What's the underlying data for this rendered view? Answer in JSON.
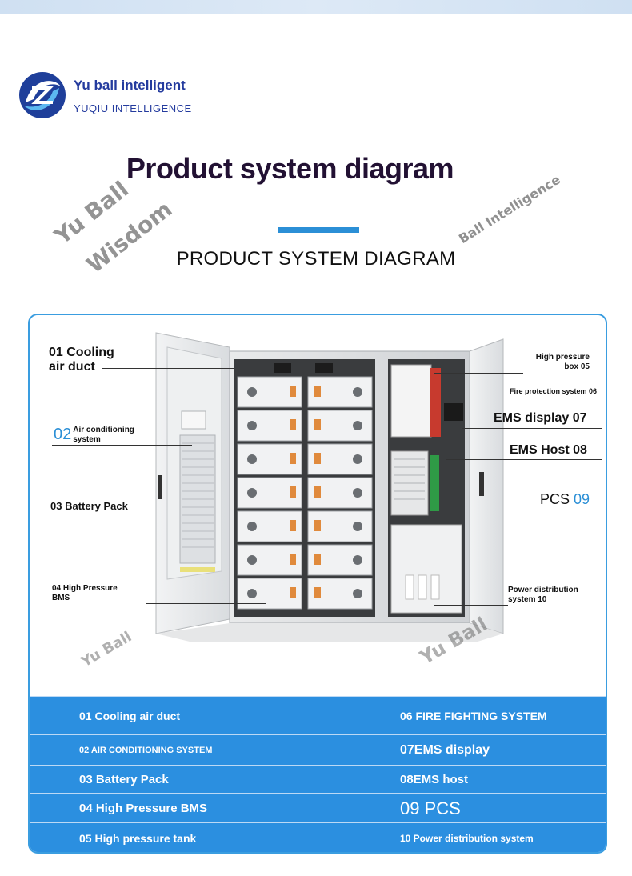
{
  "brand": {
    "name": "Yu ball intelligent",
    "subname": "YUQIU INTELLIGENCE",
    "logo_icon": "swirl-globe-logo",
    "color": "#243b9e"
  },
  "watermarks": {
    "line1": "Yu Ball",
    "line2": "Wisdom",
    "right": "Ball Intelligence",
    "bottom_left": "Yu Ball",
    "bottom_right": "Yu Ball"
  },
  "titles": {
    "main": "Product system diagram",
    "sub": "PRODUCT SYSTEM DIAGRAM",
    "accent": "#2b8fd6"
  },
  "callouts": {
    "c01_line1": "01 Cooling",
    "c01_line2": "air duct",
    "c02_num": "02",
    "c02_line1": "Air conditioning",
    "c02_line2": "system",
    "c03": "03 Battery Pack",
    "c04_line1": "04 High Pressure",
    "c04_line2": "BMS",
    "c05_line1": "High pressure",
    "c05_line2": "box 05",
    "c06": "Fire protection system 06",
    "c07": "EMS display 07",
    "c08": "EMS Host 08",
    "c09_text": "PCS",
    "c09_num": "09",
    "c10_line1": "Power distribution",
    "c10_line2": "system 10"
  },
  "table": {
    "rows": [
      {
        "left": "01 Cooling air duct",
        "right": "06 FIRE FIGHTING SYSTEM"
      },
      {
        "left": "02 AIR CONDITIONING SYSTEM",
        "right": "07EMS display"
      },
      {
        "left": "03 Battery Pack",
        "right": "08EMS host"
      },
      {
        "left": "04 High Pressure BMS",
        "right": "09 PCS"
      },
      {
        "left": "05 High pressure tank",
        "right": "10 Power distribution system"
      }
    ],
    "background": "#2b8fe0"
  }
}
